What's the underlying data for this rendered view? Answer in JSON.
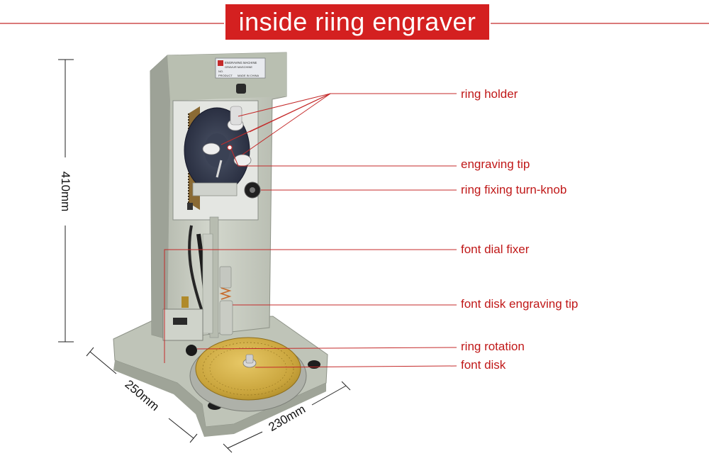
{
  "title": "inside riing engraver",
  "plate": {
    "line1": "ENGRAVING MACHINE",
    "line2": "GRAVUR MASCHINE",
    "line3": "NO.",
    "line4": "PRODUCT",
    "line5": "MADE IN CHINA"
  },
  "callouts": [
    {
      "label": "ring holder"
    },
    {
      "label": "engraving tip"
    },
    {
      "label": "ring fixing turn-knob"
    },
    {
      "label": "font dial fixer"
    },
    {
      "label": "font disk engraving tip"
    },
    {
      "label": "ring rotation"
    },
    {
      "label": "font disk"
    }
  ],
  "dimensions": {
    "height": "410mm",
    "depth": "250mm",
    "width": "230mm"
  },
  "colors": {
    "title_bg": "#d42020",
    "title_text": "#ffffff",
    "callout_text": "#c01818",
    "leader_line": "#c42a2a",
    "machine_body": "#c6cbbf",
    "dial_gold": "#c9a43c"
  }
}
